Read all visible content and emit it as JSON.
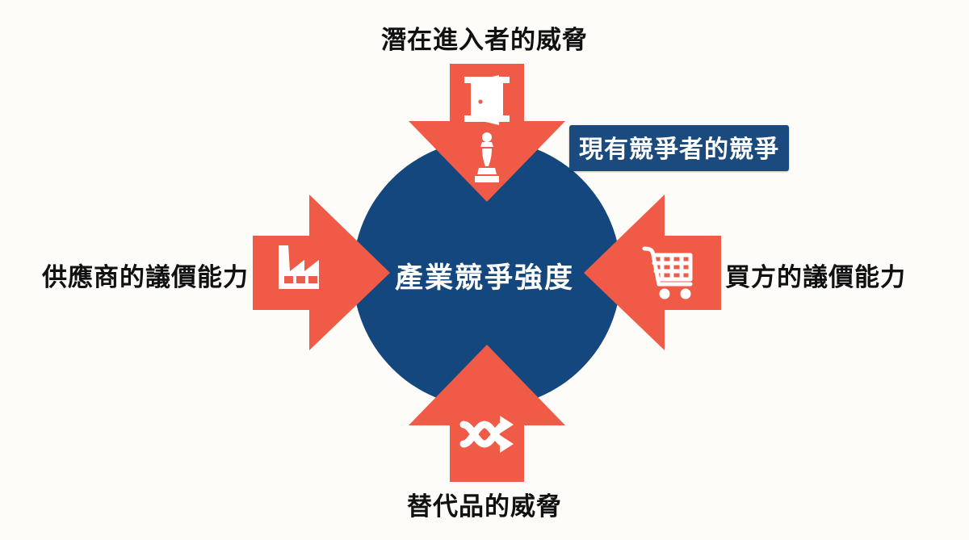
{
  "diagram": {
    "title": "產業競爭強度",
    "type": "porters-five-forces",
    "colors": {
      "background": "#fdfcf8",
      "circle_navy": "#14477d",
      "arrow_red": "#ef5b47",
      "text_dark": "#111111",
      "text_light": "#ffffff",
      "badge_navy": "#1b4a7e"
    },
    "center": {
      "label": "產業競爭強度"
    },
    "forces": [
      {
        "id": "new-entrants",
        "position": "top",
        "label": "潛在進入者的威脅",
        "icon": "door-icon",
        "highlighted": false
      },
      {
        "id": "rivalry",
        "position": "center-top",
        "label": "現有競爭者的競爭",
        "icon": "chess-piece-icon",
        "highlighted": true
      },
      {
        "id": "suppliers",
        "position": "left",
        "label": "供應商的議價能力",
        "icon": "factory-icon",
        "highlighted": false
      },
      {
        "id": "buyers",
        "position": "right",
        "label": "買方的議價能力",
        "icon": "shopping-cart-icon",
        "highlighted": false
      },
      {
        "id": "substitutes",
        "position": "bottom",
        "label": "替代品的威脅",
        "icon": "shuffle-icon",
        "highlighted": false
      }
    ]
  }
}
